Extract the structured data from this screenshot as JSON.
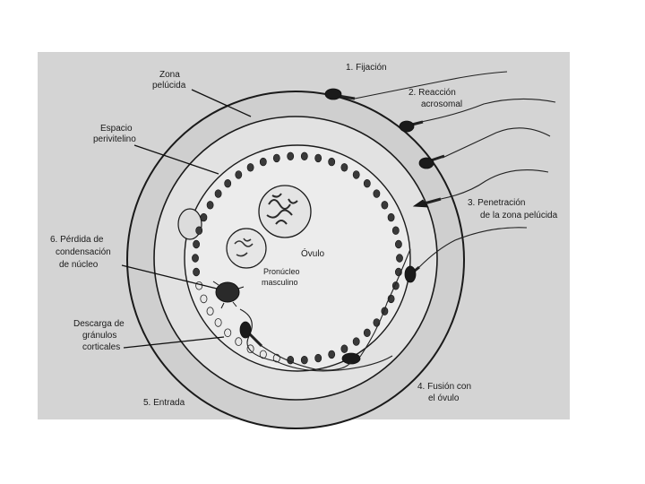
{
  "figure": {
    "background": "#d4d4d4",
    "ink": "#1a1a1a",
    "labels": {
      "zona_line1": "Zona",
      "zona_line2": "pelúcida",
      "espacio_line1": "Espacio",
      "espacio_line2": "perivitelino",
      "perdida_line1": "6. Pérdida de",
      "perdida_line2": "condensación",
      "perdida_line3": "de núcleo",
      "descarga_line1": "Descarga de",
      "descarga_line2": "gránulos",
      "descarga_line3": "corticales",
      "entrada": "5. Entrada",
      "fijacion": "1. Fijación",
      "reaccion_line1": "2. Reacción",
      "reaccion_line2": "acrosomal",
      "penetracion_line1": "3. Penetración",
      "penetracion_line2": "de la zona pelúcida",
      "fusion_line1": "4. Fusión con",
      "fusion_line2": "el óvulo",
      "ovulo": "Óvulo",
      "pronucleo_line1": "Pronúcleo",
      "pronucleo_line2": "masculino"
    }
  }
}
